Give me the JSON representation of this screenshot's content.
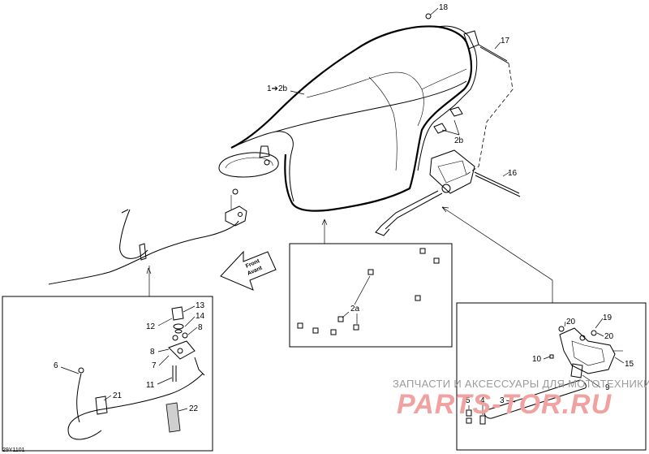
{
  "diagram": {
    "ref_code": "29Y1101",
    "front_arrow": {
      "line1": "Front",
      "line2": "Avant"
    },
    "watermark": {
      "line1": "ЗАПЧАСТИ И АКСЕССУАРЫ ДЛЯ МОТОТЕХНИКИ",
      "line2": "PARTS-TOR.RU"
    },
    "callouts": {
      "c1": "1➔2b",
      "c2a": "2a",
      "c2b": "2b",
      "c3": "3",
      "c4": "4",
      "c5": "5",
      "c6": "6",
      "c7": "7",
      "c8a": "8",
      "c8b": "8",
      "c9": "9",
      "c10": "10",
      "c11": "11",
      "c12": "12",
      "c13": "13",
      "c14": "14",
      "c15": "15",
      "c16": "16",
      "c17": "17",
      "c18": "18",
      "c19": "19",
      "c20a": "20",
      "c20b": "20",
      "c21": "21",
      "c22": "22"
    }
  }
}
